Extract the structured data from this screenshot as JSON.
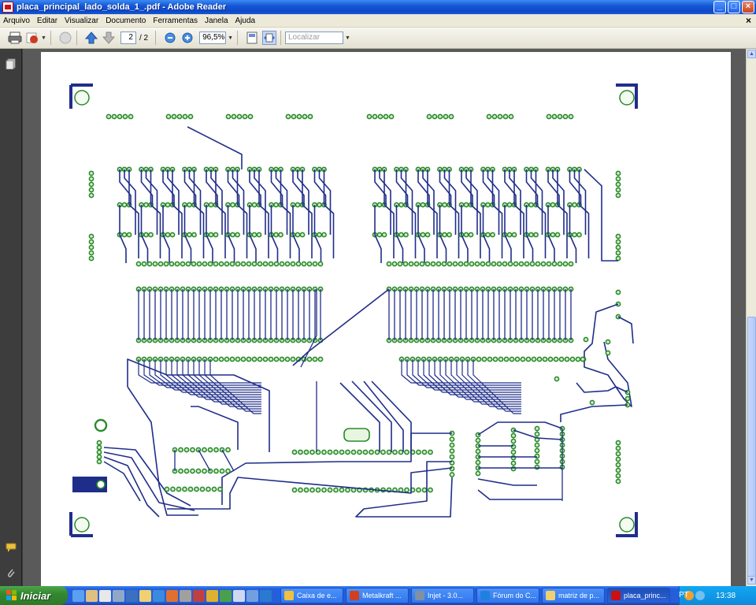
{
  "window": {
    "title": "placa_principal_lado_solda_1_.pdf - Adobe Reader",
    "minimize_label": "_",
    "maximize_label": "□",
    "close_label": "×"
  },
  "menu": {
    "items": [
      "Arquivo",
      "Editar",
      "Visualizar",
      "Documento",
      "Ferramentas",
      "Janela",
      "Ajuda"
    ],
    "close_label": "×"
  },
  "toolbar": {
    "page_current": "2",
    "page_total": "/ 2",
    "zoom": "96,5%",
    "search_placeholder": "Localizar"
  },
  "taskbar": {
    "start_label": "Iniciar",
    "tasks": [
      {
        "label": "Caixa de e...",
        "icon_color": "#f0c040"
      },
      {
        "label": "Metalkraft ...",
        "icon_color": "#d04020"
      },
      {
        "label": "Injet - 3.0...",
        "icon_color": "#8090a0"
      },
      {
        "label": "Fórum do C...",
        "icon_color": "#2080e0"
      },
      {
        "label": "matriz de p...",
        "icon_color": "#f0d070"
      },
      {
        "label": "placa_princ...",
        "icon_color": "#cc1010"
      }
    ],
    "language": "PT",
    "clock": "13:38"
  },
  "colors": {
    "trace": "#1f2d8a",
    "pad": "#2a8a2a",
    "pad_fill": "#d8f0d0"
  }
}
